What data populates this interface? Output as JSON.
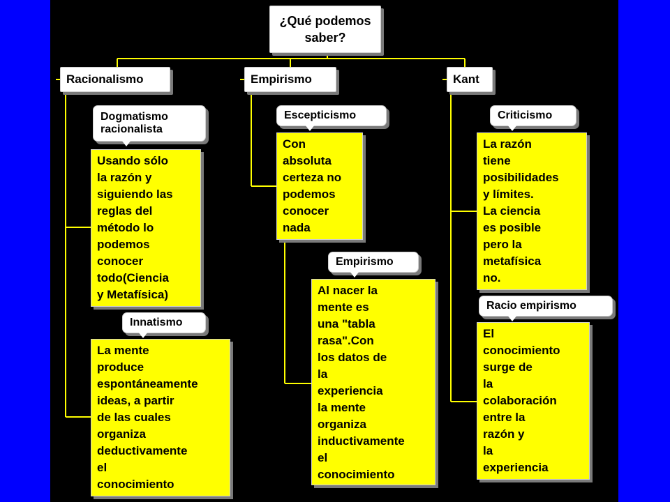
{
  "title": "¿Qué podemos\nsaber?",
  "branches": [
    {
      "label": "Racionalismo",
      "nodes": [
        {
          "sub": "Dogmatismo\nracionalista",
          "text": "Usando sólo\nla razón y\nsiguiendo las\nreglas del\nmétodo lo\npodemos\nconocer\ntodo(Ciencia\ny Metafísica)"
        },
        {
          "sub": "Innatismo",
          "text": "La mente\nproduce\nespontáneamente\nideas, a partir\nde las cuales\norganiza\ndeductivamente\nel\nconocimiento"
        }
      ]
    },
    {
      "label": "Empirismo",
      "nodes": [
        {
          "sub": "Escepticismo",
          "text": "Con\nabsoluta\ncerteza no\npodemos\nconocer\nnada"
        },
        {
          "sub": "Empirismo",
          "text": "Al nacer la\nmente es\nuna \"tabla\nrasa\".Con\nlos datos de\nla\nexperiencia\nla mente\norganiza\ninductivamente\nel\nconocimiento"
        }
      ]
    },
    {
      "label": "Kant",
      "nodes": [
        {
          "sub": "Criticismo",
          "text": "La razón\ntiene\nposibilidades\ny límites.\nLa ciencia\nes posible\npero la\nmetafísica\nno."
        },
        {
          "sub": "Racio empirismo",
          "text": "El\nconocimiento\nsurge de\nla\ncolaboración\nentre la\nrazón y\nla\nexperiencia"
        }
      ]
    }
  ],
  "colors": {
    "background": "#0000ff",
    "panel": "#000000",
    "connector": "#ffff00",
    "content_box": "#ffff00",
    "label_box": "#ffffff"
  }
}
